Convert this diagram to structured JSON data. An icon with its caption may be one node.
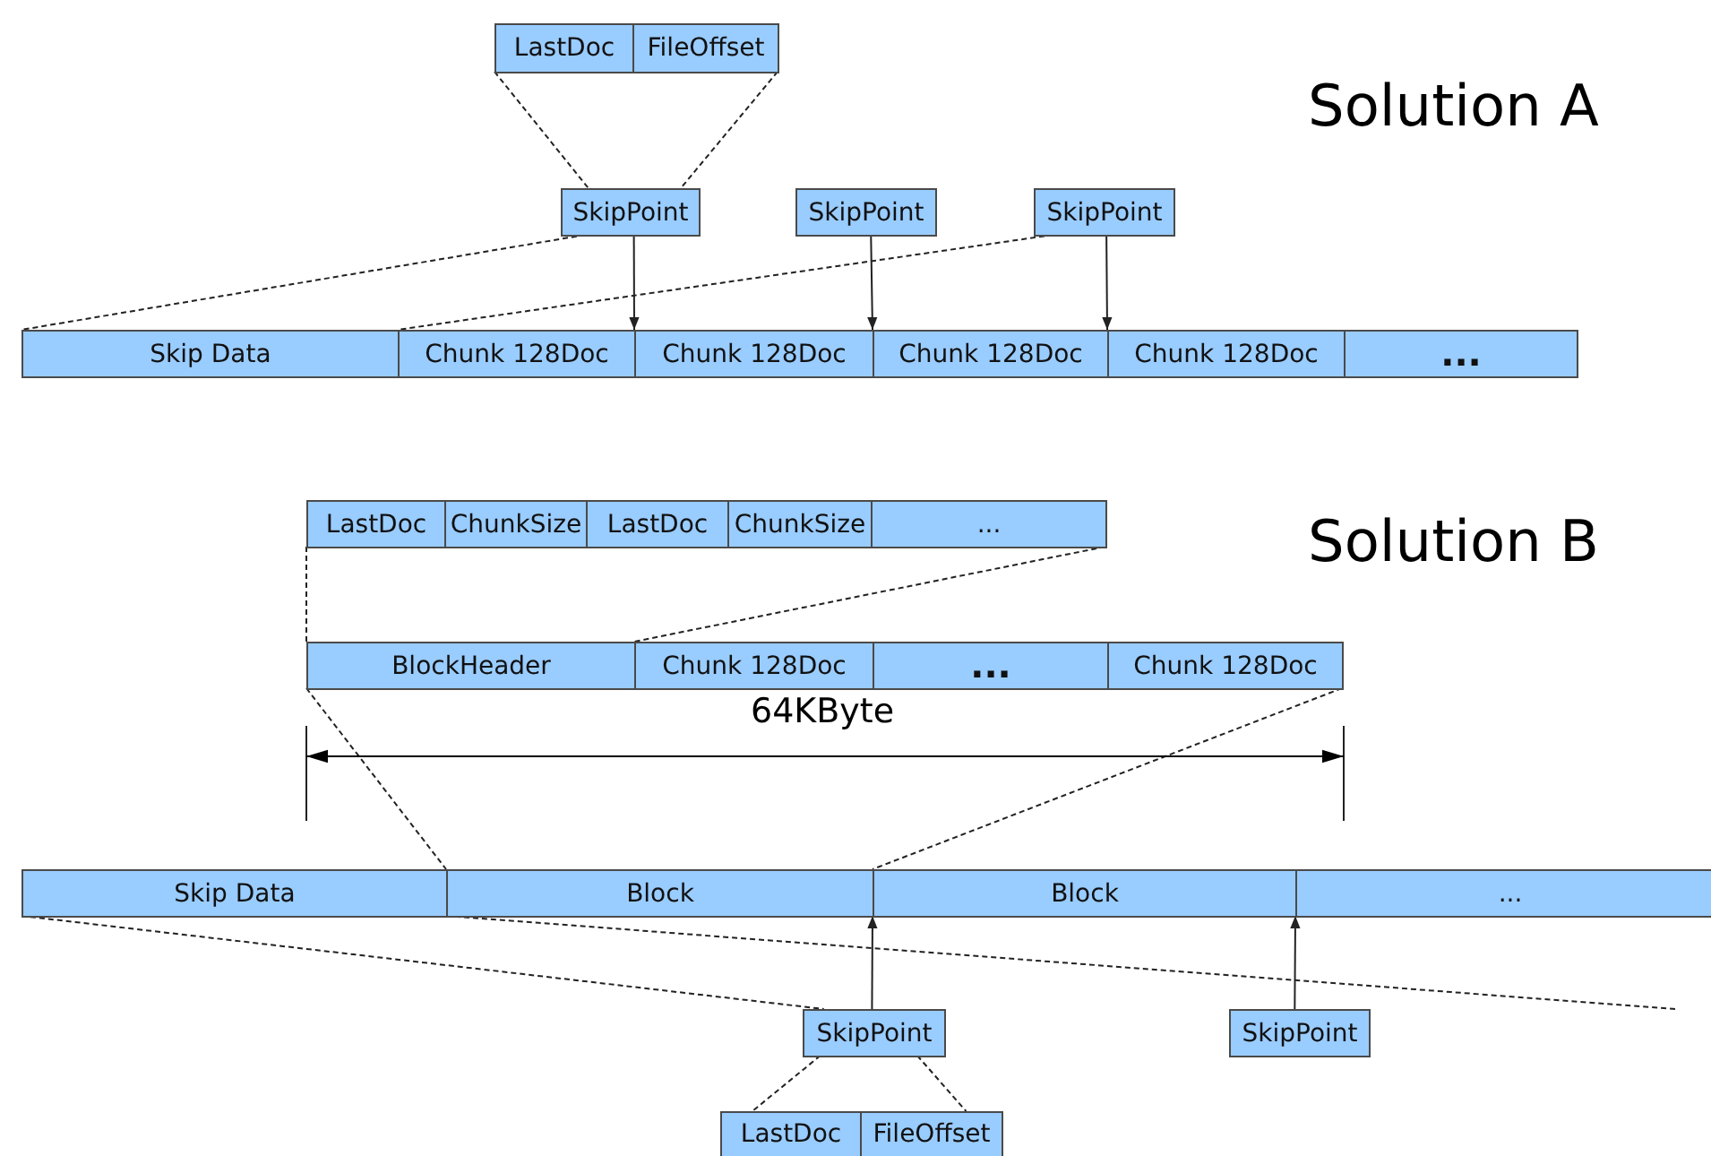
{
  "diagram": {
    "nodes": [
      {
        "text": [
          "LastDoc"
        ]
      },
      {
        "text": [
          "FileOffset"
        ]
      },
      {
        "text": [
          "SkipPoint"
        ]
      },
      {
        "text": [
          "SkipPoint"
        ]
      },
      {
        "text": [
          "SkipPoint"
        ]
      },
      {
        "text": [
          "Skip Data"
        ]
      },
      {
        "text": [
          "Chunk 128Doc"
        ]
      },
      {
        "text": [
          "Chunk 128Doc"
        ]
      },
      {
        "text": [
          "Chunk 128Doc"
        ]
      },
      {
        "text": [
          "Chunk 128Doc"
        ]
      },
      {
        "text": [
          "..."
        ]
      },
      {
        "text": [
          "LastDoc"
        ]
      },
      {
        "text": [
          "ChunkSize"
        ]
      },
      {
        "text": [
          "LastDoc"
        ]
      },
      {
        "text": [
          "ChunkSize"
        ]
      },
      {
        "text": [
          "..."
        ]
      },
      {
        "text": [
          "BlockHeader"
        ]
      },
      {
        "text": [
          "Chunk 128Doc"
        ]
      },
      {
        "text": [
          "..."
        ]
      },
      {
        "text": [
          "Chunk 128Doc"
        ]
      },
      {
        "text": [
          "Skip Data"
        ]
      },
      {
        "text": [
          "Block"
        ]
      },
      {
        "text": [
          "Block"
        ]
      },
      {
        "text": [
          "..."
        ]
      },
      {
        "text": [
          "SkipPoint"
        ]
      },
      {
        "text": [
          "SkipPoint"
        ]
      },
      {
        "text": [
          "LastDoc"
        ]
      },
      {
        "text": [
          "FileOffset"
        ]
      }
    ],
    "edges": [
      {
        "from": 0,
        "to": 2,
        "arrow": "none",
        "style": "dashed"
      },
      {
        "from": 1,
        "to": 2,
        "arrow": "none",
        "style": "dashed"
      },
      {
        "from": 2,
        "to": 5,
        "arrow": "none",
        "style": "dashed"
      },
      {
        "from": 2,
        "to": 7,
        "arrow": "to"
      },
      {
        "from": 3,
        "to": 8,
        "arrow": "to"
      },
      {
        "from": 4,
        "to": 9,
        "arrow": "to"
      },
      {
        "from": 4,
        "to": 5,
        "arrow": "none",
        "style": "dashed"
      },
      {
        "from": 11,
        "to": 16,
        "arrow": "none",
        "style": "dashed"
      },
      {
        "from": 15,
        "to": 16,
        "arrow": "none",
        "style": "dashed"
      },
      {
        "from": 16,
        "to": 21,
        "arrow": "none",
        "style": "dashed"
      },
      {
        "from": 19,
        "to": 21,
        "arrow": "none",
        "style": "dashed"
      },
      {
        "from": 20,
        "to": 24,
        "arrow": "none",
        "style": "dashed"
      },
      {
        "from": 20,
        "to": null,
        "arrow": "none",
        "style": "dashed"
      },
      {
        "from": 24,
        "to": 22,
        "arrow": "to"
      },
      {
        "from": 25,
        "to": 23,
        "arrow": "to"
      },
      {
        "from": 24,
        "to": 26,
        "arrow": "none",
        "style": "dashed"
      },
      {
        "from": 24,
        "to": 27,
        "arrow": "none",
        "style": "dashed"
      }
    ],
    "labels": [
      "Solution A",
      "Solution B",
      "64KByte"
    ]
  }
}
